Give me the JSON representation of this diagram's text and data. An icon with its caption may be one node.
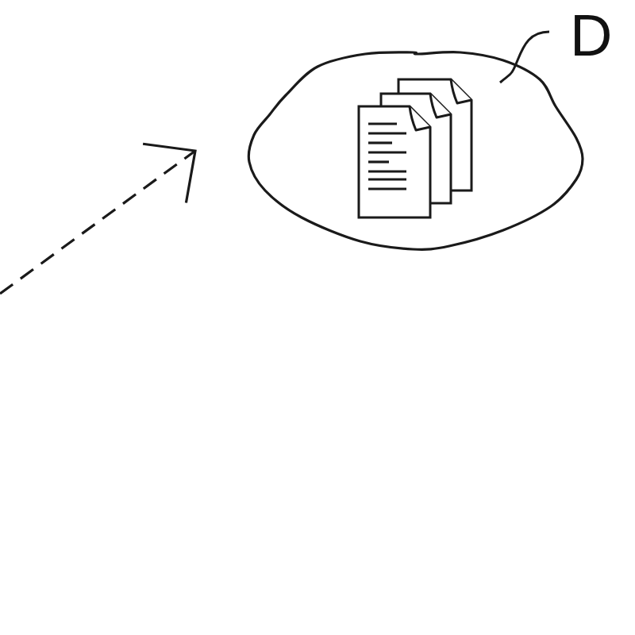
{
  "diagram": {
    "nodes": [
      {
        "text": [
          "D"
        ]
      },
      {
        "text": [],
        "shape": "cloud"
      }
    ],
    "edges": [
      {
        "from": 0,
        "to": 1,
        "arrow": "none"
      },
      {
        "from": null,
        "to": 1,
        "arrow": "to",
        "style": "dashed"
      }
    ]
  }
}
